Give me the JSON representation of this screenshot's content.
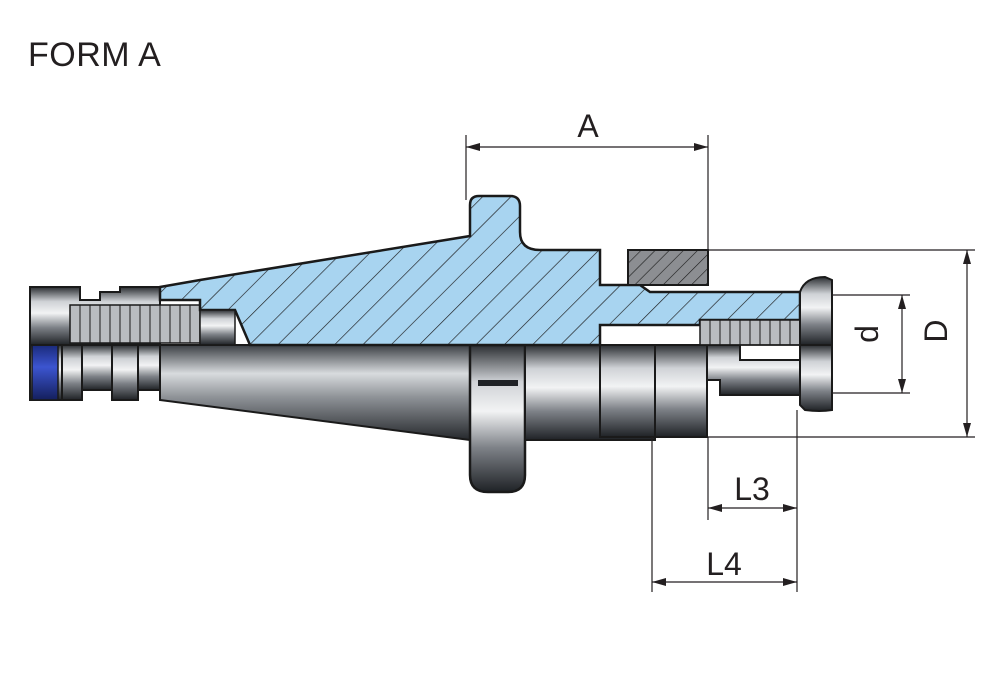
{
  "title": "FORM A",
  "dimensions": {
    "a": "A",
    "d_small": "d",
    "d_large": "D",
    "l3": "L3",
    "l4": "L4"
  },
  "colors": {
    "section_fill": "#a8d4f0",
    "hatch": "#1a1a1a",
    "steel_dark": "#2f3338",
    "steel_light": "#c9ccd0",
    "ring_blue": "#2a3fa8",
    "nut_grey": "#8c8e92"
  }
}
